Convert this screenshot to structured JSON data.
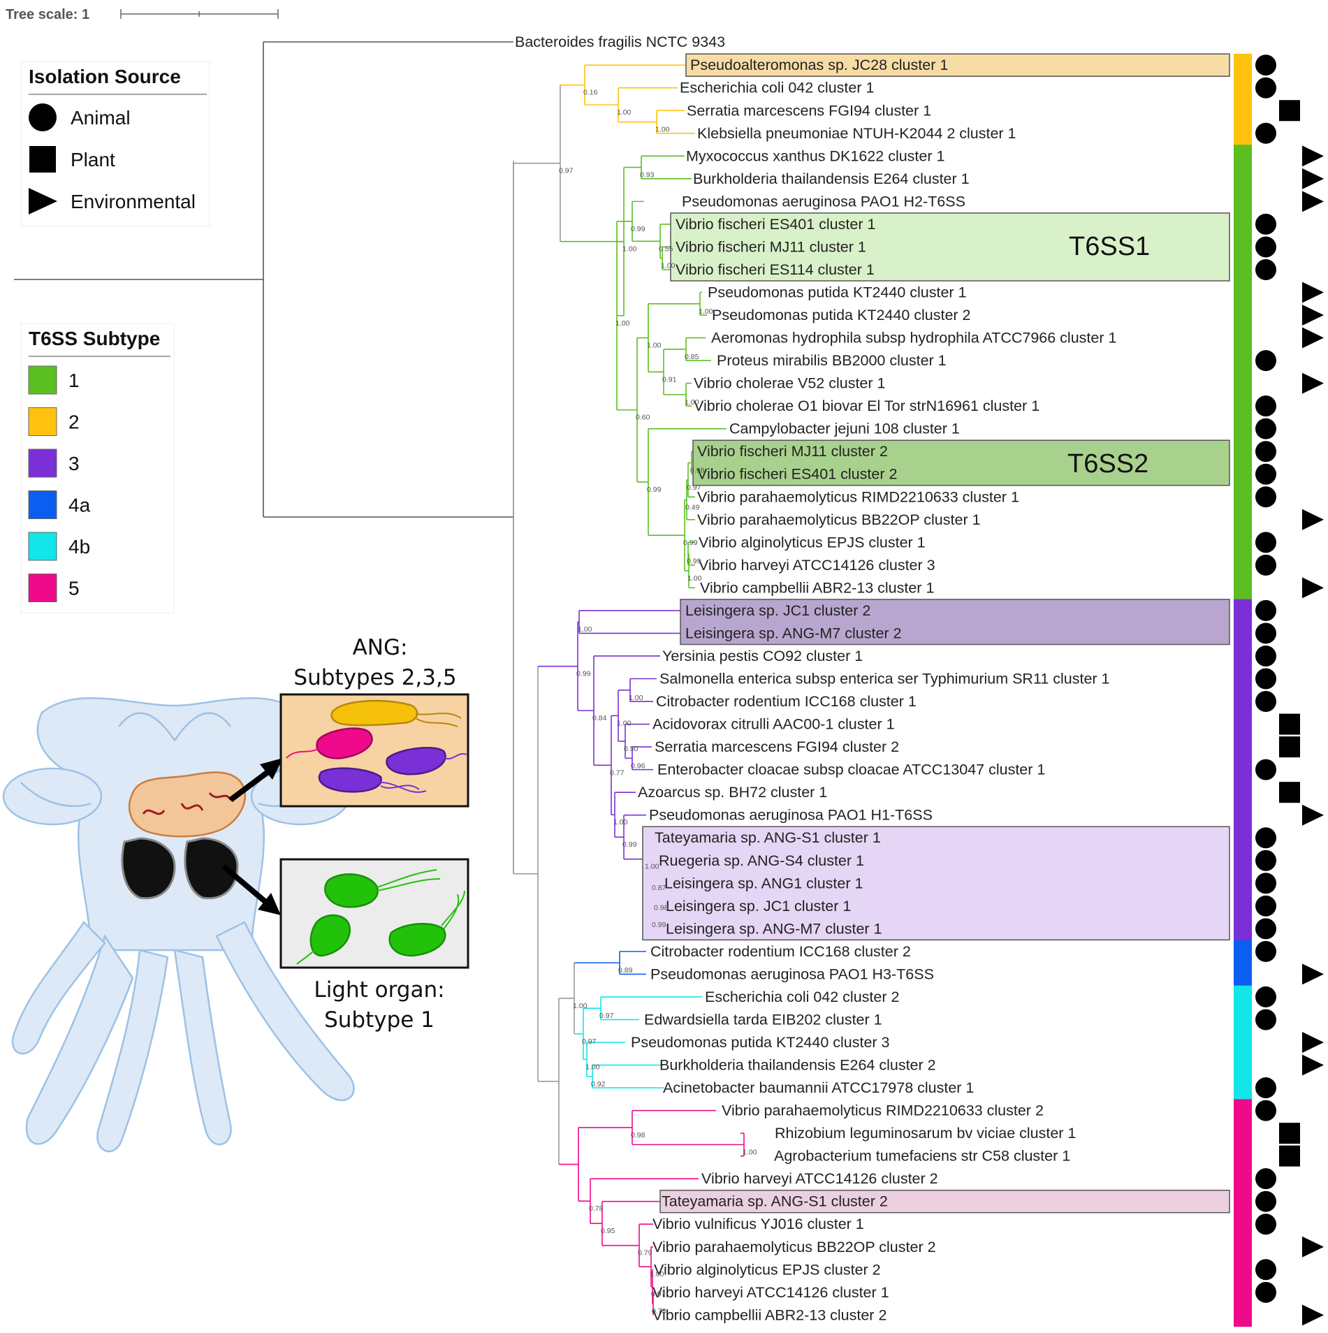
{
  "tree_scale": {
    "label": "Tree scale: 1"
  },
  "outgroup": "Bacteroides fragilis NCTC 9343",
  "legend_source": {
    "title": "Isolation Source",
    "items": [
      {
        "label": "Animal",
        "symbol": "circle"
      },
      {
        "label": "Plant",
        "symbol": "square"
      },
      {
        "label": "Environmental",
        "symbol": "triangle"
      }
    ]
  },
  "legend_subtype": {
    "title": "T6SS Subtype",
    "items": [
      {
        "label": "1",
        "color": "#5bbf21"
      },
      {
        "label": "2",
        "color": "#ffc20e"
      },
      {
        "label": "3",
        "color": "#7b2fd6"
      },
      {
        "label": "4a",
        "color": "#0a5ff0"
      },
      {
        "label": "4b",
        "color": "#12e6e8"
      },
      {
        "label": "5",
        "color": "#ee0a8a"
      }
    ]
  },
  "boxes": {
    "t6ss1": "T6SS1",
    "t6ss2": "T6SS2"
  },
  "illustration": {
    "ang_caption_1": "ANG:",
    "ang_caption_2": "Subtypes 2,3,5",
    "lo_caption_1": "Light organ:",
    "lo_caption_2": "Subtype 1"
  },
  "leaves": [
    {
      "name": "Pseudoalteromonas sp. JC28 cluster 1",
      "subtype": "2",
      "source": "Animal"
    },
    {
      "name": "Escherichia coli 042 cluster 1",
      "subtype": "2",
      "source": "Animal"
    },
    {
      "name": "Serratia marcescens FGI94 cluster 1",
      "subtype": "2",
      "source": "Plant"
    },
    {
      "name": "Klebsiella pneumoniae NTUH-K2044 2 cluster 1",
      "subtype": "2",
      "source": "Animal"
    },
    {
      "name": "Myxococcus xanthus DK1622 cluster 1",
      "subtype": "1",
      "source": "Environmental"
    },
    {
      "name": "Burkholderia thailandensis E264 cluster 1",
      "subtype": "1",
      "source": "Environmental"
    },
    {
      "name": "Pseudomonas aeruginosa PAO1 H2-T6SS",
      "subtype": "1",
      "source": "Environmental"
    },
    {
      "name": "Vibrio fischeri ES401 cluster 1",
      "subtype": "1",
      "source": "Animal"
    },
    {
      "name": "Vibrio fischeri MJ11 cluster 1",
      "subtype": "1",
      "source": "Animal"
    },
    {
      "name": "Vibrio fischeri ES114 cluster 1",
      "subtype": "1",
      "source": "Animal"
    },
    {
      "name": "Pseudomonas putida KT2440 cluster 1",
      "subtype": "1",
      "source": "Environmental"
    },
    {
      "name": "Pseudomonas putida KT2440 cluster 2",
      "subtype": "1",
      "source": "Environmental"
    },
    {
      "name": "Aeromonas hydrophila subsp hydrophila ATCC7966 cluster 1",
      "subtype": "1",
      "source": "Environmental"
    },
    {
      "name": "Proteus mirabilis BB2000 cluster 1",
      "subtype": "1",
      "source": "Animal"
    },
    {
      "name": "Vibrio cholerae V52 cluster 1",
      "subtype": "1",
      "source": "Environmental"
    },
    {
      "name": "Vibrio cholerae O1 biovar El Tor strN16961 cluster 1",
      "subtype": "1",
      "source": "Animal"
    },
    {
      "name": "Campylobacter jejuni 108 cluster 1",
      "subtype": "1",
      "source": "Animal"
    },
    {
      "name": "Vibrio fischeri MJ11 cluster 2",
      "subtype": "1",
      "source": "Animal"
    },
    {
      "name": "Vibrio fischeri ES401 cluster 2",
      "subtype": "1",
      "source": "Animal"
    },
    {
      "name": "Vibrio parahaemolyticus RIMD2210633 cluster 1",
      "subtype": "1",
      "source": "Animal"
    },
    {
      "name": "Vibrio parahaemolyticus BB22OP cluster 1",
      "subtype": "1",
      "source": "Environmental"
    },
    {
      "name": "Vibrio alginolyticus EPJS cluster 1",
      "subtype": "1",
      "source": "Animal"
    },
    {
      "name": "Vibrio harveyi ATCC14126 cluster 3",
      "subtype": "1",
      "source": "Animal"
    },
    {
      "name": "Vibrio campbellii ABR2-13 cluster 1",
      "subtype": "1",
      "source": "Environmental"
    },
    {
      "name": "Leisingera sp. JC1 cluster 2",
      "subtype": "3",
      "source": "Animal"
    },
    {
      "name": "Leisingera sp. ANG-M7 cluster 2",
      "subtype": "3",
      "source": "Animal"
    },
    {
      "name": "Yersinia pestis CO92 cluster 1",
      "subtype": "3",
      "source": "Animal"
    },
    {
      "name": "Salmonella enterica subsp enterica ser Typhimurium SR11 cluster 1",
      "subtype": "3",
      "source": "Animal"
    },
    {
      "name": "Citrobacter rodentium ICC168 cluster 1",
      "subtype": "3",
      "source": "Animal"
    },
    {
      "name": "Acidovorax citrulli AAC00-1 cluster 1",
      "subtype": "3",
      "source": "Plant"
    },
    {
      "name": "Serratia marcescens FGI94 cluster 2",
      "subtype": "3",
      "source": "Plant"
    },
    {
      "name": "Enterobacter cloacae subsp cloacae ATCC13047 cluster 1",
      "subtype": "3",
      "source": "Animal"
    },
    {
      "name": "Azoarcus sp. BH72 cluster 1",
      "subtype": "3",
      "source": "Plant"
    },
    {
      "name": "Pseudomonas aeruginosa PAO1 H1-T6SS",
      "subtype": "3",
      "source": "Environmental"
    },
    {
      "name": "Tateyamaria sp. ANG-S1 cluster 1",
      "subtype": "3",
      "source": "Animal"
    },
    {
      "name": "Ruegeria sp. ANG-S4 cluster 1",
      "subtype": "3",
      "source": "Animal"
    },
    {
      "name": "Leisingera sp. ANG1 cluster 1",
      "subtype": "3",
      "source": "Animal"
    },
    {
      "name": "Leisingera sp. JC1 cluster 1",
      "subtype": "3",
      "source": "Animal"
    },
    {
      "name": "Leisingera sp. ANG-M7 cluster 1",
      "subtype": "3",
      "source": "Animal"
    },
    {
      "name": "Citrobacter rodentium ICC168 cluster 2",
      "subtype": "4a",
      "source": "Animal"
    },
    {
      "name": "Pseudomonas aeruginosa PAO1 H3-T6SS",
      "subtype": "4a",
      "source": "Environmental"
    },
    {
      "name": "Escherichia coli 042 cluster 2",
      "subtype": "4b",
      "source": "Animal"
    },
    {
      "name": "Edwardsiella tarda EIB202 cluster 1",
      "subtype": "4b",
      "source": "Animal"
    },
    {
      "name": "Pseudomonas putida KT2440 cluster 3",
      "subtype": "4b",
      "source": "Environmental"
    },
    {
      "name": "Burkholderia thailandensis E264 cluster 2",
      "subtype": "4b",
      "source": "Environmental"
    },
    {
      "name": "Acinetobacter baumannii ATCC17978 cluster 1",
      "subtype": "4b",
      "source": "Animal"
    },
    {
      "name": "Vibrio parahaemolyticus RIMD2210633 cluster 2",
      "subtype": "5",
      "source": "Animal"
    },
    {
      "name": "Rhizobium leguminosarum bv viciae cluster 1",
      "subtype": "5",
      "source": "Plant"
    },
    {
      "name": "Agrobacterium tumefaciens str C58 cluster 1",
      "subtype": "5",
      "source": "Plant"
    },
    {
      "name": "Vibrio harveyi ATCC14126 cluster 2",
      "subtype": "5",
      "source": "Animal"
    },
    {
      "name": "Tateyamaria sp. ANG-S1 cluster 2",
      "subtype": "5",
      "source": "Animal"
    },
    {
      "name": "Vibrio vulnificus YJ016 cluster 1",
      "subtype": "5",
      "source": "Animal"
    },
    {
      "name": "Vibrio parahaemolyticus BB22OP cluster 2",
      "subtype": "5",
      "source": "Environmental"
    },
    {
      "name": "Vibrio alginolyticus EPJS cluster 2",
      "subtype": "5",
      "source": "Animal"
    },
    {
      "name": "Vibrio harveyi ATCC14126 cluster 1",
      "subtype": "5",
      "source": "Animal"
    },
    {
      "name": "Vibrio campbellii ABR2-13 cluster 2",
      "subtype": "5",
      "source": "Environmental"
    }
  ],
  "bootstrap": [
    "1.00",
    "1.00",
    "0.16",
    "0.93",
    "1.00",
    "0.55",
    "0.99",
    "1.00",
    "0.85",
    "1.00",
    "0.91",
    "1.00",
    "0.98",
    "0.97",
    "0.49",
    "0.99",
    "1.00",
    "0.99",
    "0.99",
    "0.60",
    "1.00",
    "1.00",
    "0.97",
    "1.00",
    "0.96",
    "0.50",
    "1.00",
    "0.99",
    "0.98",
    "0.87",
    "1.00",
    "0.99",
    "1.00",
    "0.77",
    "0.84",
    "1.00",
    "0.99",
    "0.89",
    "0.97",
    "0.92",
    "1.00",
    "0.97",
    "1.00",
    "1.00",
    "0.98",
    "0.78",
    "0.97",
    "1.00",
    "0.79",
    "0.95",
    "0.78"
  ]
}
